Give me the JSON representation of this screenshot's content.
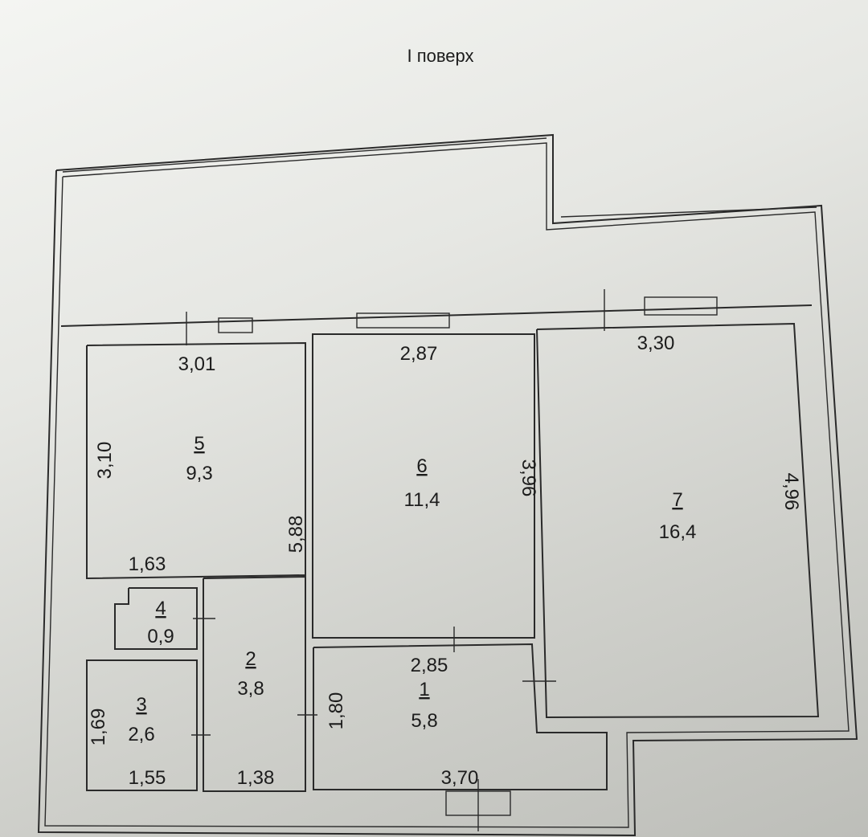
{
  "title": "І поверх",
  "rooms": [
    {
      "number": "1",
      "area": "5,8"
    },
    {
      "number": "2",
      "area": "3,8"
    },
    {
      "number": "3",
      "area": "2,6"
    },
    {
      "number": "4",
      "area": "0,9"
    },
    {
      "number": "5",
      "area": "9,3"
    },
    {
      "number": "6",
      "area": "11,4"
    },
    {
      "number": "7",
      "area": "16,4"
    }
  ],
  "dimensions": {
    "r5_top": "3,01",
    "r5_left": "3,10",
    "r5_bottom": "1,63",
    "r5_right": "5,88",
    "r6_top": "2,87",
    "r6_right": "3,96",
    "r7_top": "3,30",
    "r7_right": "4,96",
    "r3_left": "1,69",
    "r3_bottom": "1,55",
    "r2_bottom": "1,38",
    "r1_top": "2,85",
    "r1_left": "1,80",
    "r1_bottom": "3,70"
  }
}
